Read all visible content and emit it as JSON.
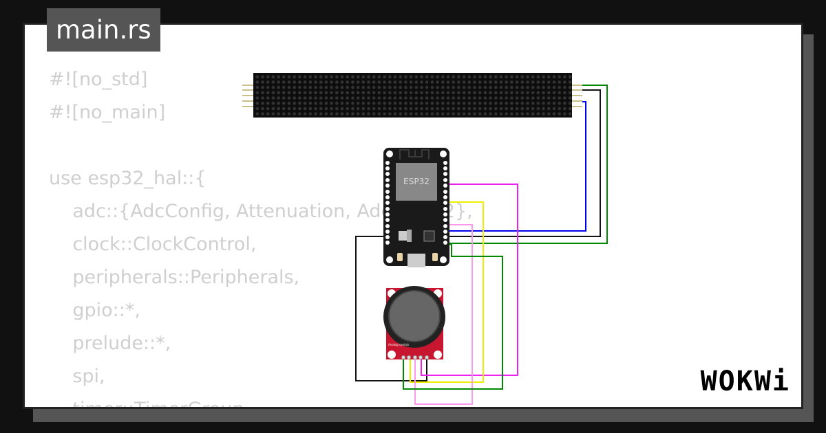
{
  "tab": {
    "title": "main.rs"
  },
  "code": {
    "lines": [
      "#![no_std]",
      "#![no_main]",
      "",
      "use esp32_hal::{",
      "    adc::{AdcConfig, Attenuation, Adc, ADC2},",
      "    clock::ClockControl,",
      "    peripherals::Peripherals,",
      "    gpio::*,",
      "    prelude::*,",
      "    spi,",
      "    timer::TimerGroup,"
    ]
  },
  "board": {
    "chip_label": "ESP32",
    "joystick_label": "Analog Joystick"
  },
  "wire_colors": {
    "green": "#008800",
    "black": "#111111",
    "blue": "#0000ee",
    "magenta": "#ee22ee",
    "yellow": "#eeee00",
    "pink": "#ff99ee"
  },
  "logo": "WOKWi"
}
